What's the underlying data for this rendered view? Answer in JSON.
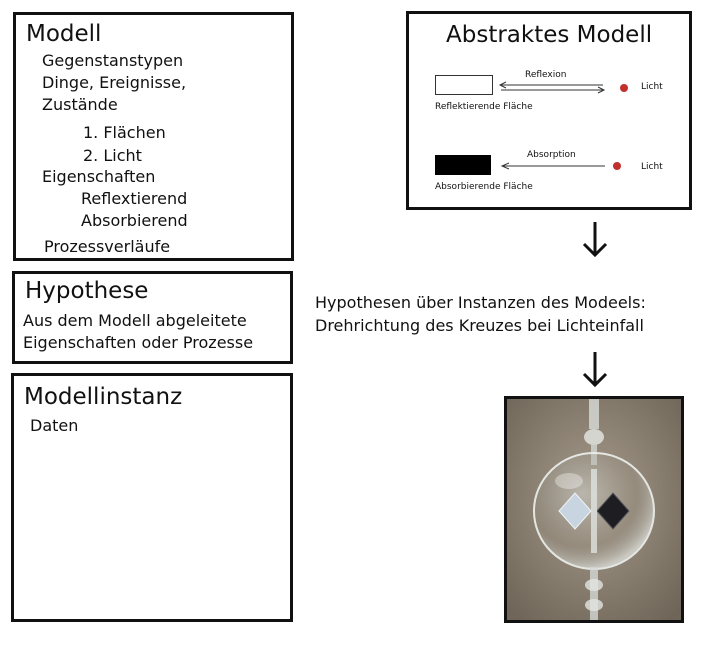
{
  "modell": {
    "title": "Modell",
    "lines": [
      "Gegenstanstypen",
      "Dinge, Ereignisse,",
      "Zustände",
      "1. Flächen",
      "2. Licht",
      "Eigenschaften",
      "Reflextierend",
      "Absorbierend",
      "Prozessverläufe"
    ]
  },
  "hypothese": {
    "title": "Hypothese",
    "lines": [
      "Aus dem Modell abgeleitete",
      "Eigenschaften oder Prozesse"
    ]
  },
  "modellinstanz": {
    "title": "Modellinstanz",
    "lines": [
      "Daten"
    ]
  },
  "abstraktes_modell": {
    "title": "Abstraktes Modell",
    "reflexion_label": "Reflexion",
    "reflect_surface_label": "Reflektierende Fläche",
    "light_label_1": "Licht",
    "absorption_label": "Absorption",
    "absorb_surface_label": "Absorbierende Fläche",
    "light_label_2": "Licht"
  },
  "hypothesis_text": {
    "line1": "Hypothesen über Instanzen des Modeels:",
    "line2": "Drehrichtung des Kreuzes bei Lichteinfall"
  }
}
